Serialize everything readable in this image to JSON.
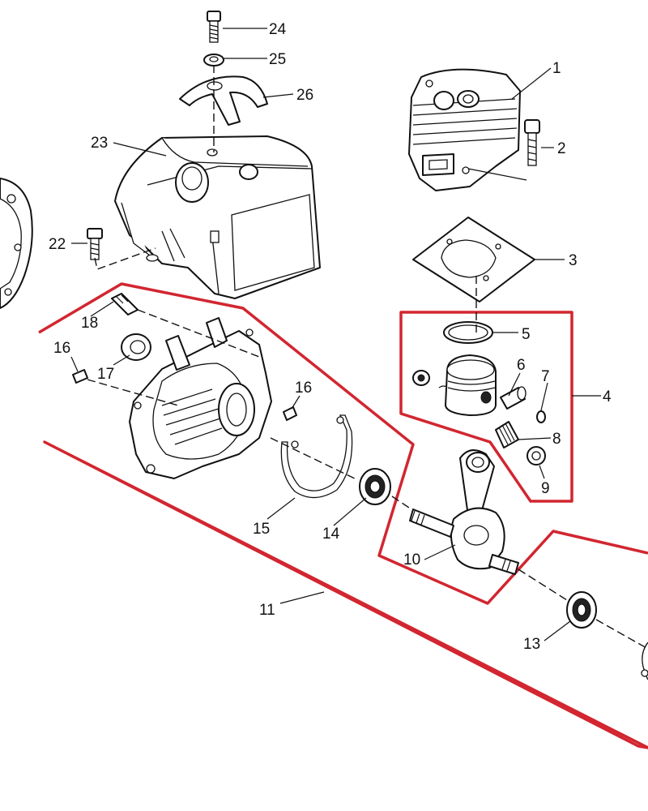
{
  "diagram": {
    "outline_color": "#d22630",
    "callouts": {
      "p1": "1",
      "p2": "2",
      "p3": "3",
      "p4": "4",
      "p5": "5",
      "p6": "6",
      "p7": "7",
      "p8": "8",
      "p9": "9",
      "p10": "10",
      "p11": "11",
      "p13": "13",
      "p14": "14",
      "p15": "15",
      "p16a": "16",
      "p16b": "16",
      "p17": "17",
      "p18": "18",
      "p22": "22",
      "p23": "23",
      "p24": "24",
      "p25": "25",
      "p26": "26"
    }
  }
}
